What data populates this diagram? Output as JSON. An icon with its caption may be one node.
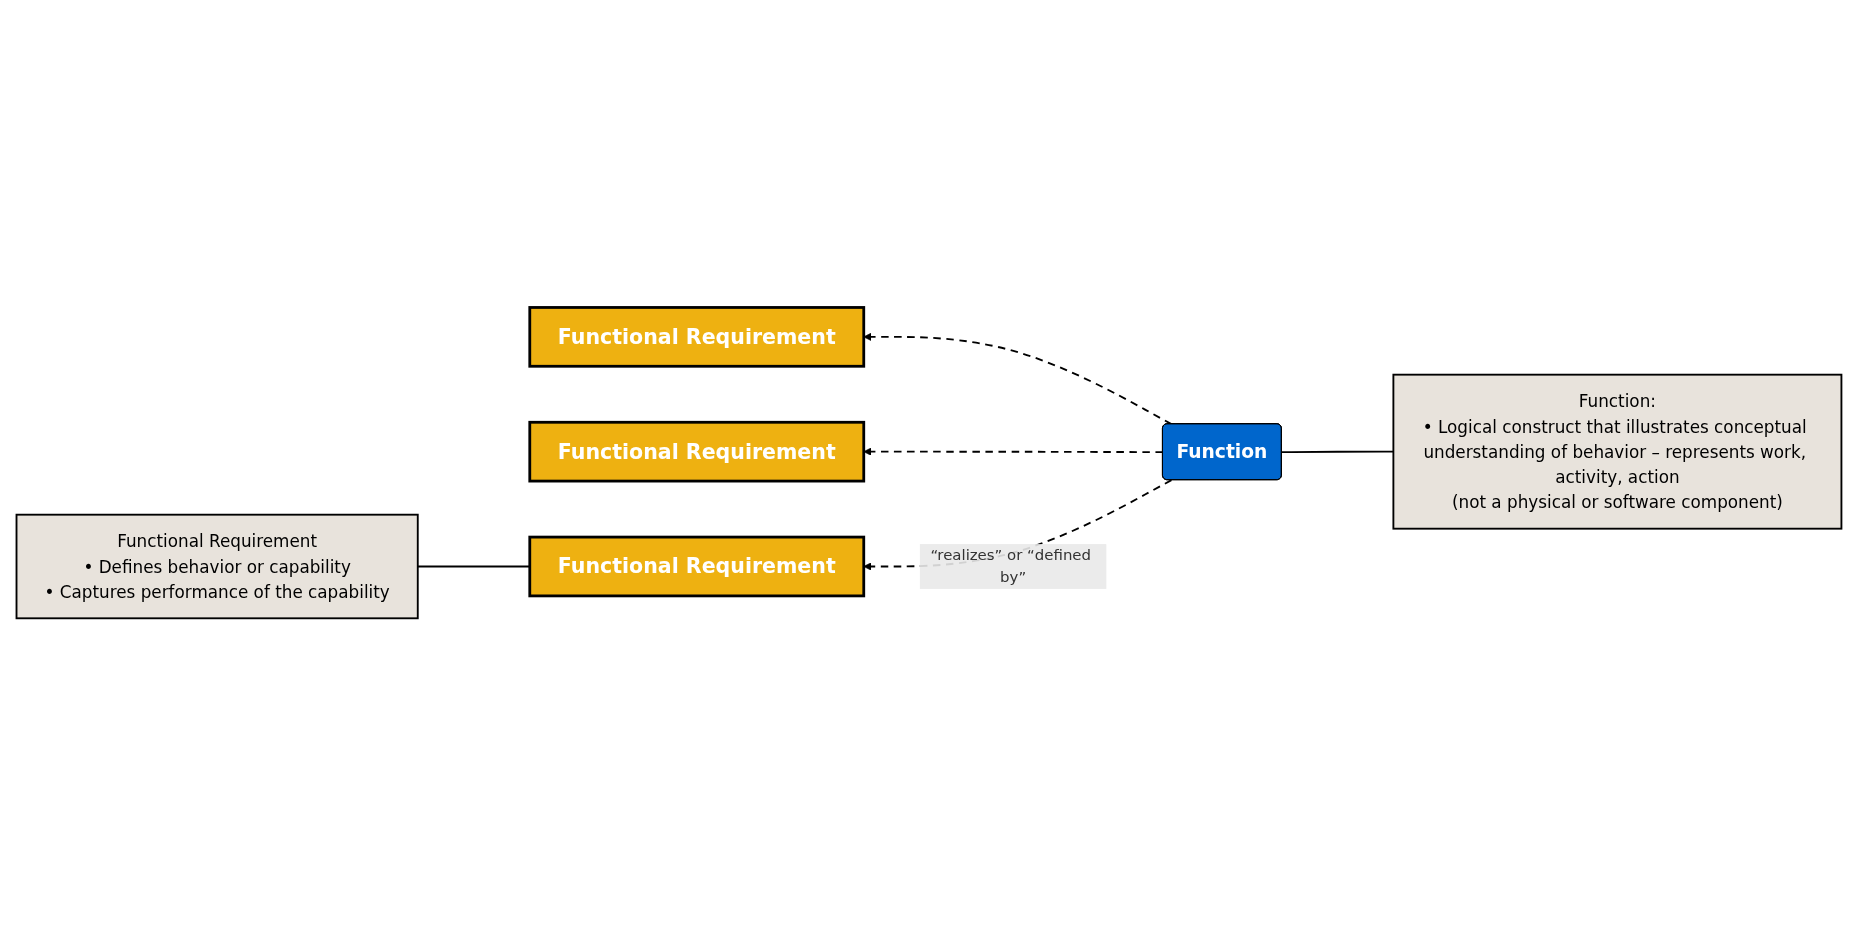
{
  "diagram": {
    "nodes": [
      {
        "text": [
          "Functional Requirement"
        ]
      },
      {
        "text": [
          "Functional Requirement"
        ]
      },
      {
        "text": [
          "Functional Requirement"
        ]
      },
      {
        "text": [
          "Function"
        ]
      },
      {
        "text": [
          "Function:",
          "• Logical construct that illustrates conceptual understanding of behavior – represents work, activity, action",
          "(not a physical or software component)"
        ]
      },
      {
        "text": [
          "Functional Requirement",
          "• Defines behavior or capability",
          "• Captures performance of the capability"
        ]
      }
    ],
    "edges": [
      {
        "from": 3,
        "to": 0,
        "arrow": "to",
        "style": "dashed"
      },
      {
        "from": 3,
        "to": 1,
        "arrow": "to",
        "style": "dashed"
      },
      {
        "from": 3,
        "to": 2,
        "arrow": "to",
        "style": "dashed",
        "label": "“realizes” or “defined by”"
      },
      {
        "from": 4,
        "to": 3,
        "arrow": "none"
      },
      {
        "from": 2,
        "to": 5,
        "arrow": "none"
      }
    ]
  }
}
